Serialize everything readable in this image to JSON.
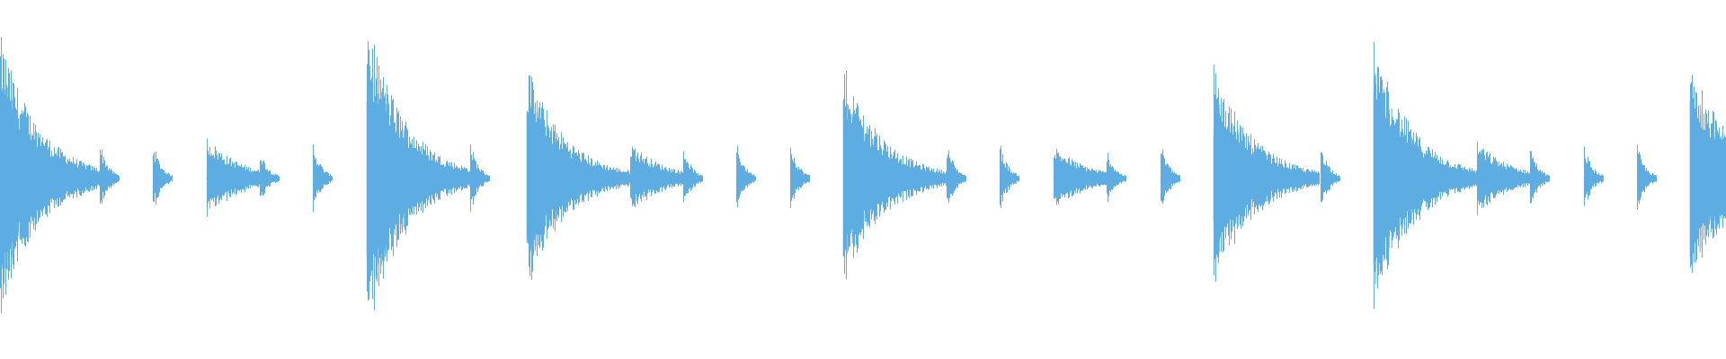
{
  "waveform": {
    "color": "#5dade2",
    "background": "#ffffff",
    "duration_seconds": 8.0,
    "visible_end_seconds": 7.997,
    "peak_amplitude": 1.0,
    "hits": [
      {
        "t": 0.0,
        "type": "kick",
        "amp": 0.85
      },
      {
        "t": 0.56,
        "type": "tick",
        "amp": 0.22
      },
      {
        "t": 0.86,
        "type": "tick",
        "amp": 0.22
      },
      {
        "t": 1.16,
        "type": "snare",
        "amp": 0.25
      },
      {
        "t": 1.46,
        "type": "tick",
        "amp": 0.18
      },
      {
        "t": 1.76,
        "type": "tick",
        "amp": 0.22
      },
      {
        "t": 2.06,
        "type": "kick",
        "amp": 0.95
      },
      {
        "t": 2.64,
        "type": "tick",
        "amp": 0.22
      },
      {
        "t": 2.96,
        "type": "kick",
        "amp": 0.68
      },
      {
        "t": 3.54,
        "type": "snare",
        "amp": 0.22
      },
      {
        "t": 3.84,
        "type": "tick",
        "amp": 0.2
      },
      {
        "t": 4.14,
        "type": "tick",
        "amp": 0.22
      },
      {
        "t": 4.44,
        "type": "tick",
        "amp": 0.22
      },
      {
        "t": 4.74,
        "type": "kick",
        "amp": 0.68
      },
      {
        "t": 5.32,
        "type": "tick",
        "amp": 0.22
      },
      {
        "t": 5.62,
        "type": "tick",
        "amp": 0.22
      },
      {
        "t": 5.92,
        "type": "snare",
        "amp": 0.2
      },
      {
        "t": 6.22,
        "type": "tick",
        "amp": 0.18
      },
      {
        "t": 6.52,
        "type": "tick",
        "amp": 0.22
      },
      {
        "t": 6.82,
        "type": "kick",
        "amp": 0.68
      },
      {
        "t": 7.42,
        "type": "tick",
        "amp": 0.22
      },
      {
        "t": 7.72,
        "type": "kick",
        "amp": 0.82
      },
      {
        "t": 8.3,
        "type": "snare",
        "amp": 0.22
      },
      {
        "t": 8.6,
        "type": "tick",
        "amp": 0.2
      },
      {
        "t": 8.9,
        "type": "tick",
        "amp": 0.2
      },
      {
        "t": 9.2,
        "type": "tick",
        "amp": 0.2
      },
      {
        "t": 9.5,
        "type": "kick",
        "amp": 0.72
      }
    ]
  }
}
